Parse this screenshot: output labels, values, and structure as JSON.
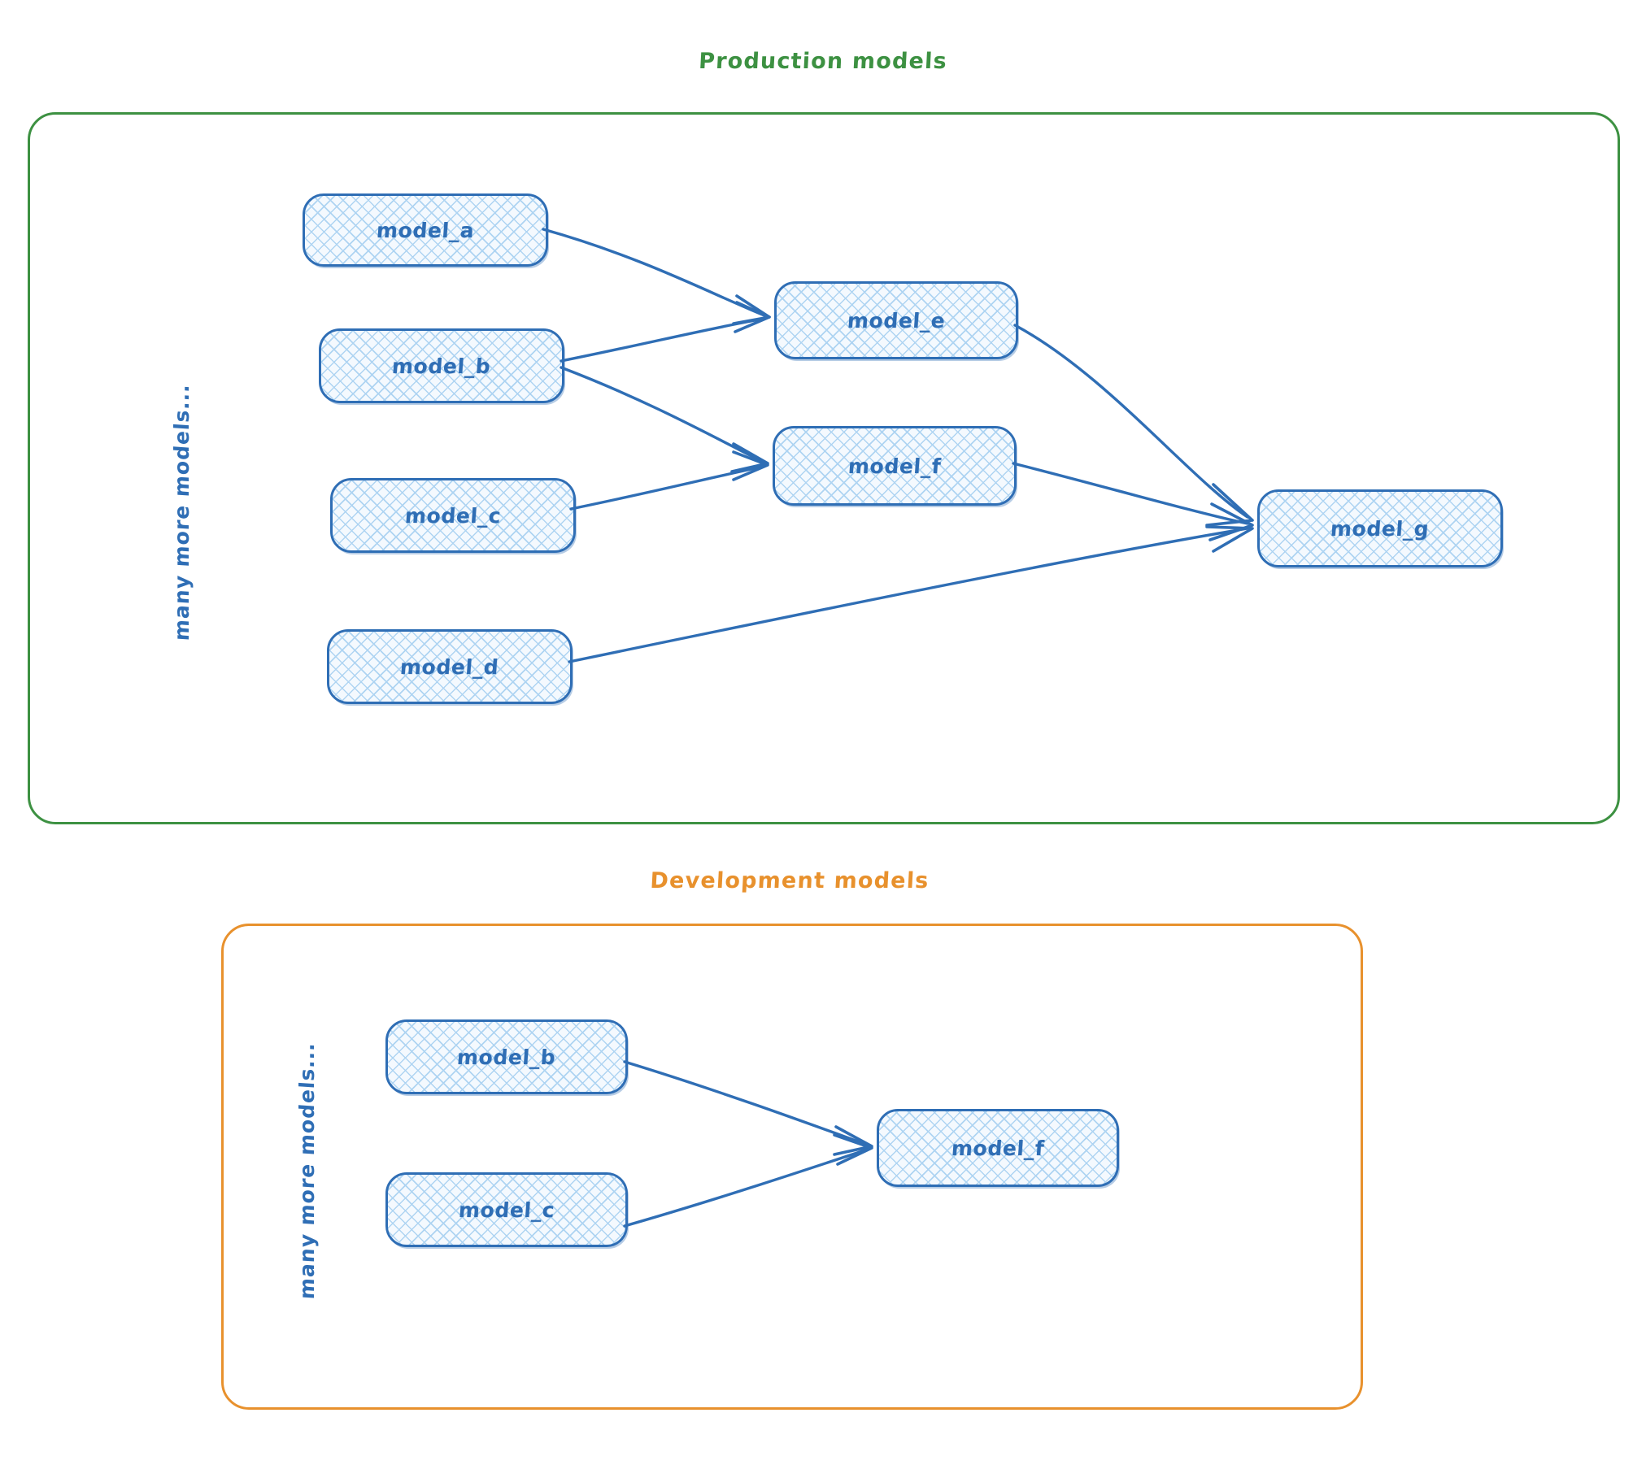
{
  "diagram": {
    "type": "dag-lineage",
    "background": "#ffffff",
    "colors": {
      "production_group": "#3d9142",
      "development_group": "#e8912d",
      "node_stroke": "#2f6eb5",
      "node_fill": "#eaf4fd",
      "node_text": "#2f6eb5",
      "edge": "#2f6eb5"
    },
    "groups": [
      {
        "id": "production",
        "title": "Production models",
        "color": "#3d9142",
        "side_label": "many more models...",
        "nodes": [
          {
            "id": "prod_a",
            "label": "model_a"
          },
          {
            "id": "prod_b",
            "label": "model_b"
          },
          {
            "id": "prod_c",
            "label": "model_c"
          },
          {
            "id": "prod_d",
            "label": "model_d"
          },
          {
            "id": "prod_e",
            "label": "model_e"
          },
          {
            "id": "prod_f",
            "label": "model_f"
          },
          {
            "id": "prod_g",
            "label": "model_g"
          }
        ],
        "edges": [
          {
            "from": "model_a",
            "to": "model_e"
          },
          {
            "from": "model_b",
            "to": "model_e"
          },
          {
            "from": "model_b",
            "to": "model_f"
          },
          {
            "from": "model_c",
            "to": "model_f"
          },
          {
            "from": "model_e",
            "to": "model_g"
          },
          {
            "from": "model_f",
            "to": "model_g"
          },
          {
            "from": "model_d",
            "to": "model_g"
          }
        ]
      },
      {
        "id": "development",
        "title": "Development models",
        "color": "#e8912d",
        "side_label": "many more models...",
        "nodes": [
          {
            "id": "dev_b",
            "label": "model_b"
          },
          {
            "id": "dev_c",
            "label": "model_c"
          },
          {
            "id": "dev_f",
            "label": "model_f"
          }
        ],
        "edges": [
          {
            "from": "model_b",
            "to": "model_f"
          },
          {
            "from": "model_c",
            "to": "model_f"
          }
        ]
      }
    ]
  }
}
